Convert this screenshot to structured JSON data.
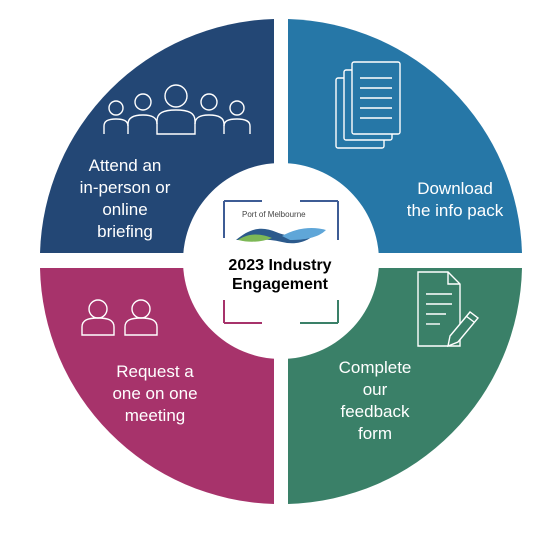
{
  "colors": {
    "top_left": "#234775",
    "top_right": "#2677A7",
    "bottom_left": "#A7336B",
    "bottom_right": "#3A8068",
    "center_circle": "#FFFFFF",
    "logo_frame": "#3E5C95",
    "text": "#FFFFFF"
  },
  "quadrants": {
    "top_left": {
      "icon": "people-group-icon",
      "lines": [
        "Attend an",
        "in-person or",
        "online",
        "briefing"
      ]
    },
    "top_right": {
      "icon": "documents-icon",
      "lines": [
        "Download",
        "the info pack"
      ]
    },
    "bottom_left": {
      "icon": "two-people-icon",
      "lines": [
        "Request a",
        "one on one",
        "meeting"
      ]
    },
    "bottom_right": {
      "icon": "form-pencil-icon",
      "lines": [
        "Complete",
        "our",
        "feedback",
        "form"
      ]
    }
  },
  "center": {
    "logo_text": "Port of Melbourne",
    "logo_icon": "port-of-melbourne-logo-icon",
    "title_lines": [
      "2023 Industry",
      "Engagement"
    ]
  }
}
